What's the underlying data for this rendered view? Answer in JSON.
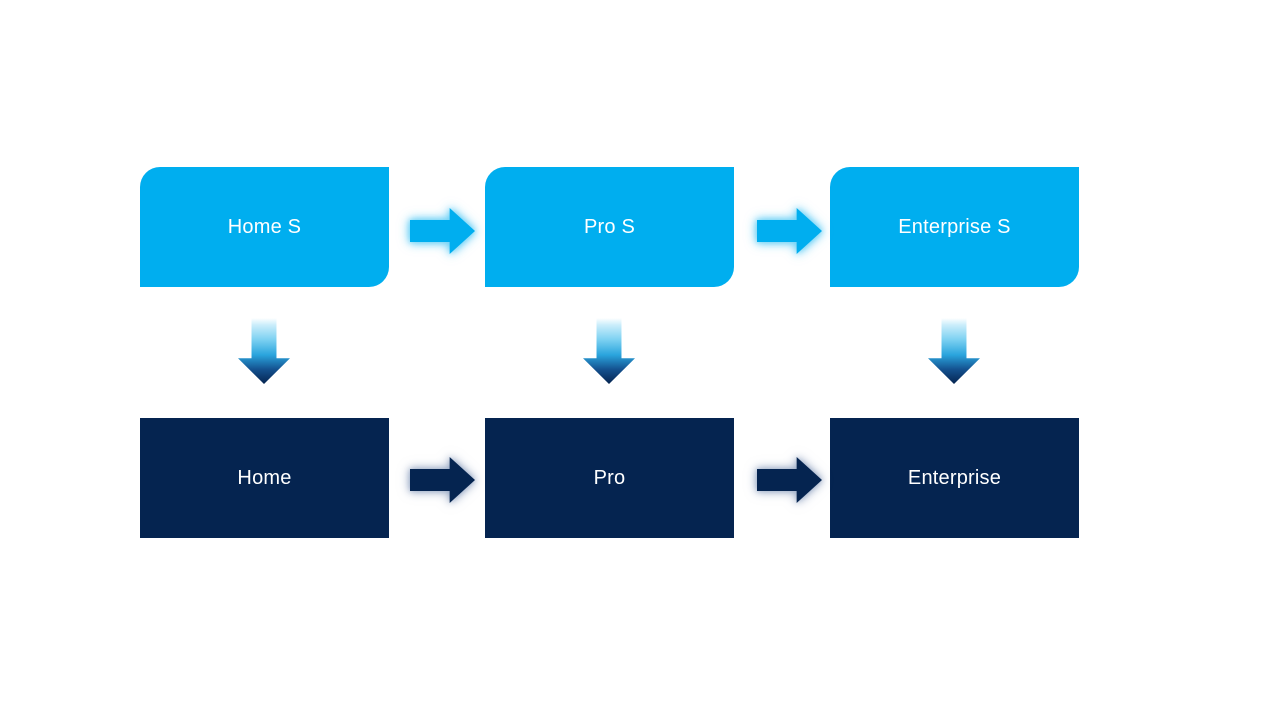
{
  "diagram": {
    "type": "process-flow",
    "background": "#FFFFFF",
    "top_row": {
      "boxes": [
        {
          "label": "Home S"
        },
        {
          "label": "Pro S"
        },
        {
          "label": "Enterprise S"
        }
      ],
      "fill": "#00AEEF",
      "text_color": "#FFFFFF",
      "corner_style": "rounded top-left and bottom-right"
    },
    "bottom_row": {
      "boxes": [
        {
          "label": "Home"
        },
        {
          "label": "Pro"
        },
        {
          "label": "Enterprise"
        }
      ],
      "fill": "#052450",
      "text_color": "#FFFFFF",
      "corner_style": "square"
    },
    "connections": {
      "horizontal_top": [
        "Home S to Pro S",
        "Pro S to Enterprise S"
      ],
      "horizontal_bottom": [
        "Home to Pro",
        "Pro to Enterprise"
      ],
      "vertical": [
        "Home S to Home",
        "Pro S to Pro",
        "Enterprise S to Enterprise"
      ]
    },
    "colors": {
      "accent_light": "#00AEEF",
      "accent_dark": "#052450",
      "glow_light": "#7FD6F7",
      "glow_dark": "#96A8C6",
      "vertical_arrow_gradient": [
        "#FFFFFF",
        "#7FD2F2",
        "#2AA4DD",
        "#052450"
      ]
    }
  }
}
